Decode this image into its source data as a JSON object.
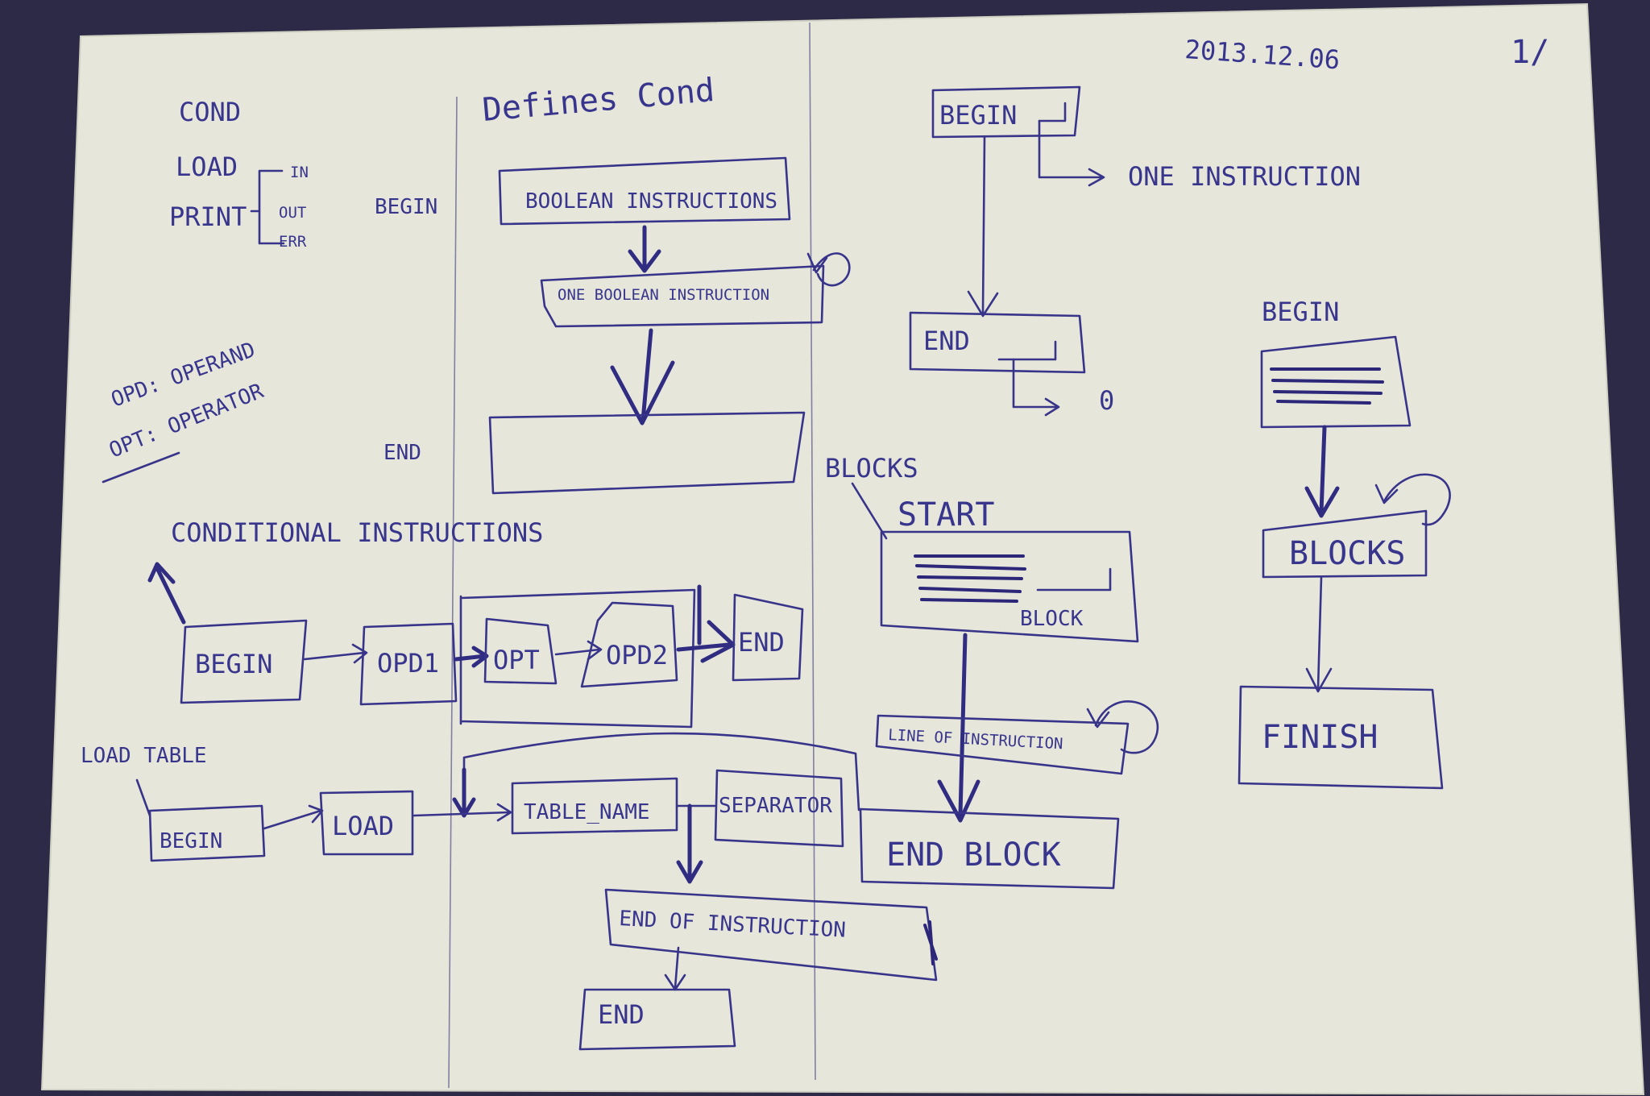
{
  "header": {
    "date": "2013.12.06",
    "page_mark": "1/"
  },
  "legend": {
    "cond": "COND",
    "load": "LOAD",
    "print": "PRINT",
    "print_opts": [
      "IN",
      "OUT",
      "ERR"
    ],
    "opd": "OPD: OPERAND",
    "opt": "OPT: OPERATOR"
  },
  "defines": {
    "heading": "Defines Cond",
    "begin": "BEGIN",
    "end": "END",
    "boolean": "BOOLEAN INSTRUCTIONS",
    "one": "ONE BOOLEAN INSTRUCTION"
  },
  "conditional": {
    "heading": "CONDITIONAL INSTRUCTIONS",
    "begin": "BEGIN",
    "opd1": "OPD1",
    "opt": "OPT",
    "opd2": "OPD2",
    "end": "END"
  },
  "load_table": {
    "heading": "LOAD TABLE",
    "begin": "BEGIN",
    "load": "LOAD",
    "table_name": "TABLE_NAME",
    "separator": "SEPARATOR",
    "end_instruction": "END OF INSTRUCTION",
    "end": "END"
  },
  "right_top": {
    "begin": "BEGIN",
    "one": "ONE INSTRUCTION",
    "end": "END",
    "zero": "0"
  },
  "blocks": {
    "heading": "BLOCKS",
    "start": "START",
    "block": "BLOCK",
    "line": "LINE OF INSTRUCTION",
    "end_block": "END BLOCK"
  },
  "program": {
    "begin": "BEGIN",
    "blocks": "BLOCKS",
    "finish": "FINISH"
  }
}
